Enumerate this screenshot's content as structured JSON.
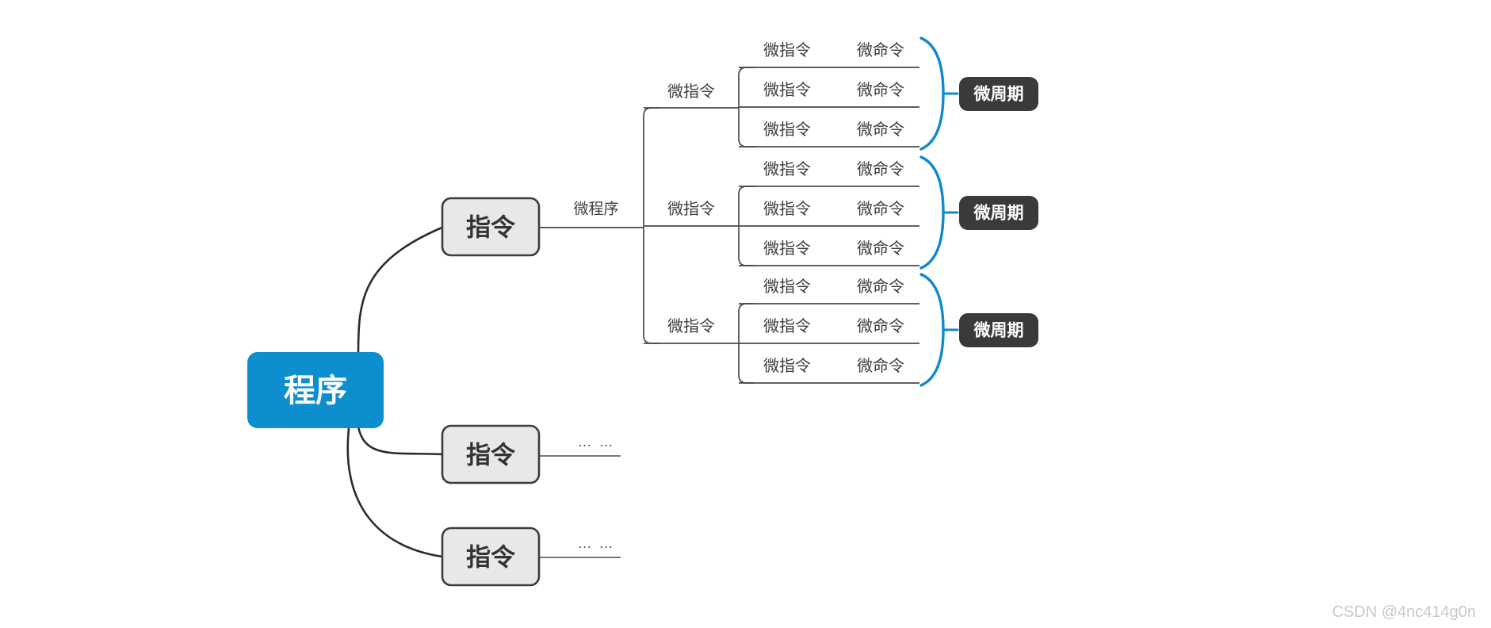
{
  "diagram": {
    "title_root": "程序",
    "colors": {
      "root_fill": "#0d8ecf",
      "root_text": "#ffffff",
      "instruction_fill": "#e8e8e8",
      "instruction_stroke": "#3d3d3d",
      "instruction_text": "#333333",
      "badge_fill": "#3a3a3a",
      "badge_text": "#ffffff",
      "brace_stroke": "#1089ce",
      "link_stroke": "#2b2b2b",
      "thin_link_stroke": "#4a4a4a",
      "background": "#ffffff",
      "watermark_text": "#c9c9c9"
    },
    "root": {
      "label": "程序"
    },
    "instructions": [
      {
        "label": "指令",
        "branch_label": "微程序",
        "has_detail": true,
        "tail_dots": ""
      },
      {
        "label": "指令",
        "branch_label": "",
        "has_detail": false,
        "tail_dots": "… …"
      },
      {
        "label": "指令",
        "branch_label": "",
        "has_detail": false,
        "tail_dots": "… …"
      }
    ],
    "microinstruction_groups": [
      {
        "label": "微指令",
        "badge": "微周期",
        "rows": [
          {
            "left": "微指令",
            "right": "微命令"
          },
          {
            "left": "微指令",
            "right": "微命令"
          },
          {
            "left": "微指令",
            "right": "微命令"
          }
        ]
      },
      {
        "label": "微指令",
        "badge": "微周期",
        "rows": [
          {
            "left": "微指令",
            "right": "微命令"
          },
          {
            "left": "微指令",
            "right": "微命令"
          },
          {
            "left": "微指令",
            "right": "微命令"
          }
        ]
      },
      {
        "label": "微指令",
        "badge": "微周期",
        "rows": [
          {
            "left": "微指令",
            "right": "微命令"
          },
          {
            "left": "微指令",
            "right": "微命令"
          },
          {
            "left": "微指令",
            "right": "微命令"
          }
        ]
      }
    ],
    "watermark": "CSDN @4nc414g0n"
  }
}
